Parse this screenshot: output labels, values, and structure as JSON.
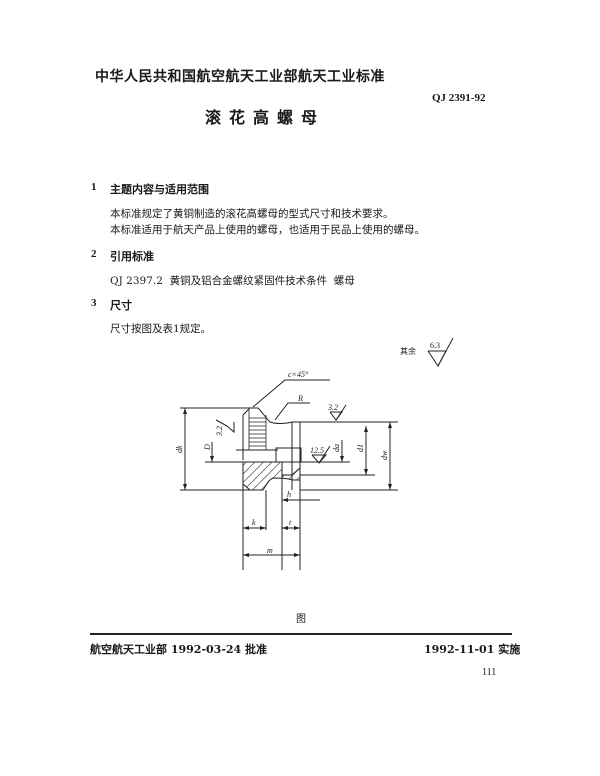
{
  "header": {
    "organization": "中华人民共和国航空航天工业部航天工业标准",
    "standard_number": "QJ 2391-92",
    "title": "滚花高螺母"
  },
  "sections": [
    {
      "number": "1",
      "title": "主题内容与适用范围",
      "paragraphs": [
        "本标准规定了黄铜制造的滚花高螺母的型式尺寸和技术要求。",
        "本标准适用于航天产品上使用的螺母，也适用于民品上使用的螺母。"
      ]
    },
    {
      "number": "2",
      "title": "引用标准",
      "paragraphs": [
        "QJ 2397.2  黄铜及铝合金螺纹紧固件技术条件  螺母"
      ]
    },
    {
      "number": "3",
      "title": "尺寸",
      "paragraphs": [
        "尺寸按图及表1规定。"
      ]
    }
  ],
  "figure": {
    "roughness_note_label": "其余",
    "roughness_default": "6.3",
    "labels": {
      "chamfer": "c×45°",
      "radius": "R",
      "roughness_top": "3.2",
      "roughness_left": "3.2",
      "roughness_bore": "12.5",
      "dk": "dk",
      "D": "D",
      "da": "da",
      "d1": "d1",
      "dw": "dw",
      "h": "h",
      "k": "k",
      "t": "t",
      "m": "m"
    },
    "caption": "图"
  },
  "footer": {
    "approval": "航空航天工业部 1992-03-24 批准",
    "implementation": "1992-11-01 实施",
    "page_number": "111"
  }
}
